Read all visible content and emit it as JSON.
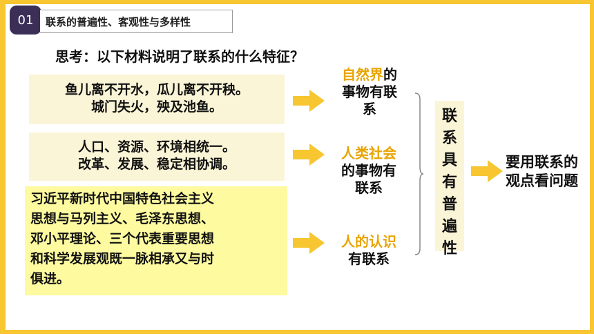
{
  "header": {
    "number": "01",
    "title": "联系的普遍性、客观性与多样性"
  },
  "question": "思考：以下材料说明了联系的什么特征？",
  "materials": [
    {
      "lines": [
        "鱼儿离不开水，瓜儿离不开秧。",
        "城门失火，殃及池鱼。"
      ]
    },
    {
      "lines": [
        "人口、资源、环境相统一。",
        "改革、发展、稳定相协调。"
      ]
    },
    {
      "lines": [
        "习近平新时代中国特色社会主义",
        "思想与马列主义、毛泽东思想、",
        "邓小平理论、三个代表重要思想",
        "和科学发展观既一脉相承又与时",
        "俱进。"
      ]
    }
  ],
  "labels": [
    {
      "accent": "自然界",
      "rest": "的",
      "line2": "事物有联",
      "line3": "系"
    },
    {
      "accent": "人类社会",
      "line2": "的事物有",
      "line3": "联系"
    },
    {
      "accent": "人的认识",
      "line2": "有联系"
    }
  ],
  "vertical": [
    "联",
    "系",
    "具",
    "有",
    "普",
    "遍",
    "性"
  ],
  "conclusion": "要用联系的观点看问题",
  "colors": {
    "border": "#f7c631",
    "accent": "#e8a400",
    "badge": "#3b2f57",
    "box": "#fbf5d7",
    "box_highlight": "#fdfaa0",
    "arrow": "#f7c631"
  }
}
